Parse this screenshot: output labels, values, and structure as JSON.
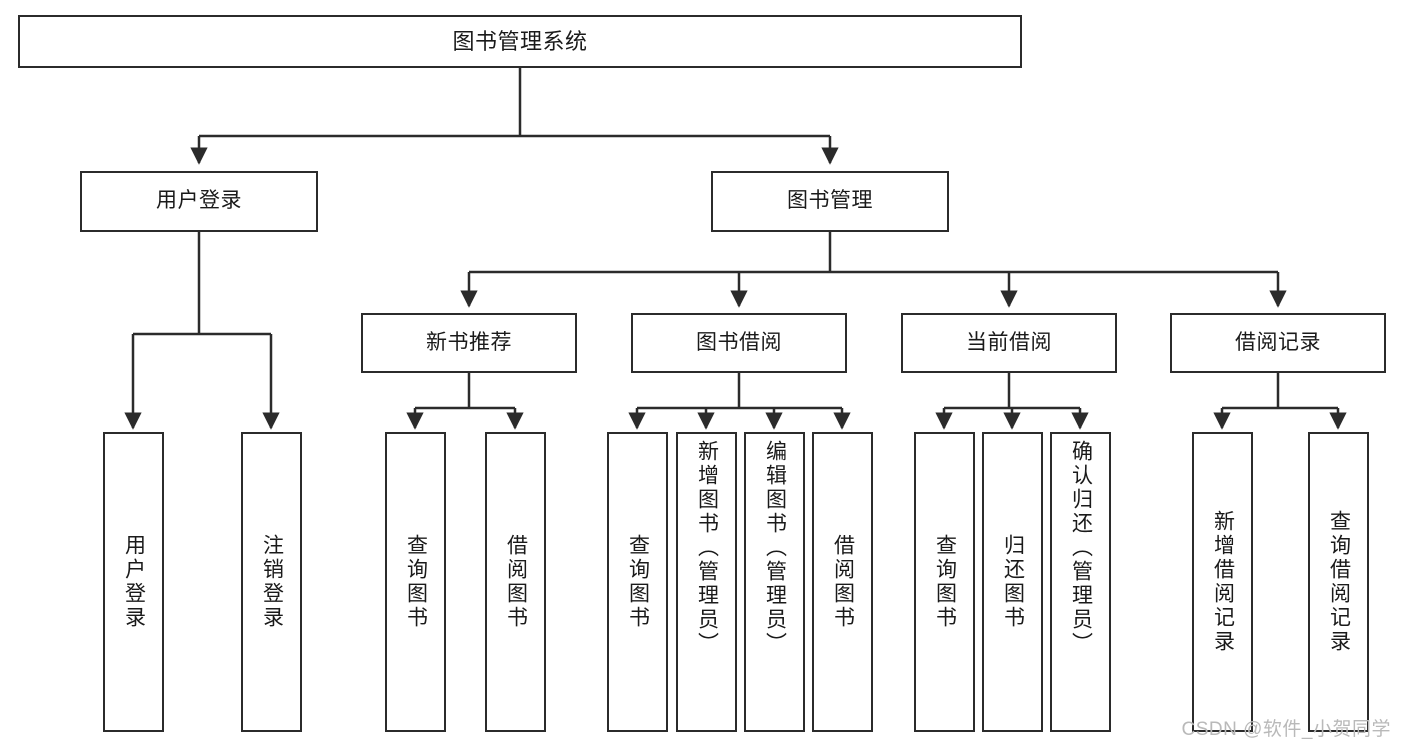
{
  "diagram": {
    "title": "图书管理系统",
    "type": "tree",
    "watermark": "CSDN @软件_小贺同学",
    "colors": {
      "box_border": "#2b2b2b",
      "box_fill": "#ffffff",
      "line": "#2b2b2b",
      "text": "#1a1a1a",
      "watermark": "#b9b9b9"
    },
    "nodes": {
      "root": {
        "label": "图书管理系统"
      },
      "level2": [
        {
          "id": "user-login",
          "label": "用户登录"
        },
        {
          "id": "book-manage",
          "label": "图书管理"
        }
      ],
      "level3": [
        {
          "id": "new-book-recommend",
          "label": "新书推荐"
        },
        {
          "id": "book-borrow",
          "label": "图书借阅"
        },
        {
          "id": "current-borrow",
          "label": "当前借阅"
        },
        {
          "id": "borrow-record",
          "label": "借阅记录"
        }
      ],
      "leaves": [
        {
          "id": "leaf-user-login",
          "label": "用户登录",
          "parent": "user-login"
        },
        {
          "id": "leaf-user-logout",
          "label": "注销登录",
          "parent": "user-login"
        },
        {
          "id": "leaf-query-book-1",
          "label": "查询图书",
          "parent": "new-book-recommend"
        },
        {
          "id": "leaf-borrow-book-1",
          "label": "借阅图书",
          "parent": "new-book-recommend"
        },
        {
          "id": "leaf-query-book-2",
          "label": "查询图书",
          "parent": "book-borrow"
        },
        {
          "id": "leaf-add-book",
          "label": "新增图书（管理员）",
          "parent": "book-borrow"
        },
        {
          "id": "leaf-edit-book",
          "label": "编辑图书（管理员）",
          "parent": "book-borrow"
        },
        {
          "id": "leaf-borrow-book-2",
          "label": "借阅图书",
          "parent": "book-borrow"
        },
        {
          "id": "leaf-query-book-3",
          "label": "查询图书",
          "parent": "current-borrow"
        },
        {
          "id": "leaf-return-book",
          "label": "归还图书",
          "parent": "current-borrow"
        },
        {
          "id": "leaf-confirm-return",
          "label": "确认归还（管理员）",
          "parent": "current-borrow"
        },
        {
          "id": "leaf-add-record",
          "label": "新增借阅记录",
          "parent": "borrow-record"
        },
        {
          "id": "leaf-query-record",
          "label": "查询借阅记录",
          "parent": "borrow-record"
        }
      ]
    }
  }
}
